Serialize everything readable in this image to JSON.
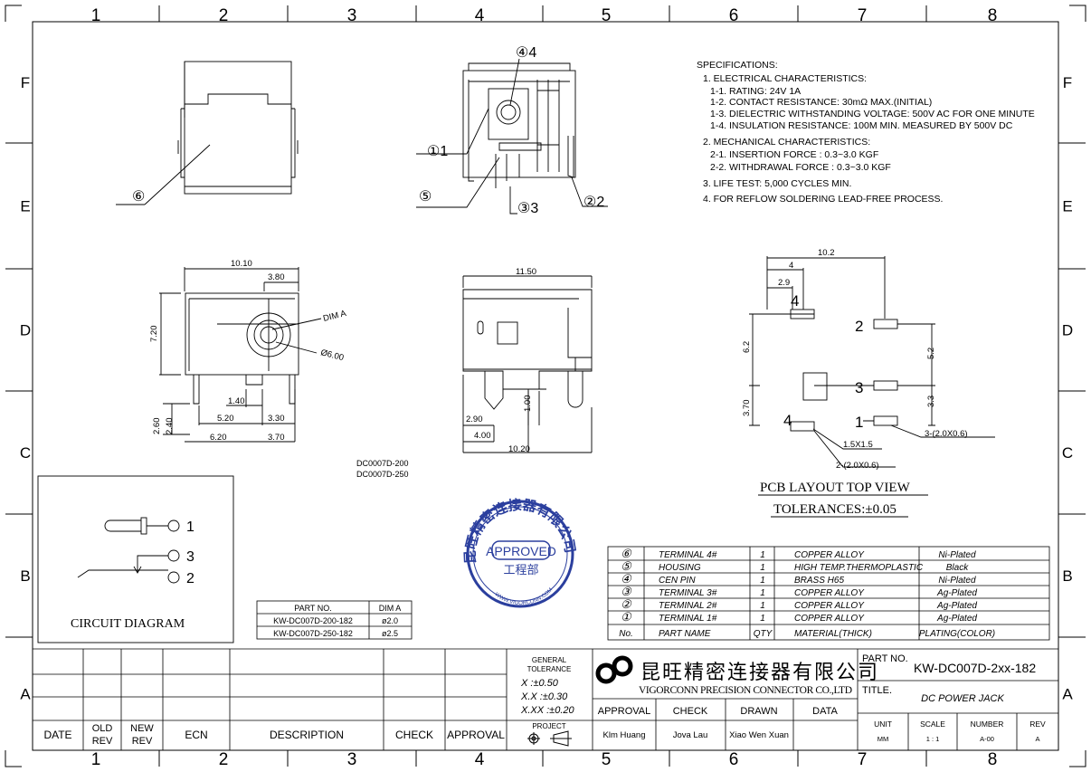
{
  "border": {
    "cols": [
      "1",
      "2",
      "3",
      "4",
      "5",
      "6",
      "7",
      "8"
    ],
    "rows": [
      "F",
      "E",
      "D",
      "C",
      "B",
      "A"
    ]
  },
  "specs": {
    "heading": "SPECIFICATIONS:",
    "lines": [
      "1. ELECTRICAL CHARACTERISTICS:",
      "1-1. RATING: 24V 1A",
      "1-2. CONTACT RESISTANCE: 30mΩ MAX.(INITIAL)",
      "1-3. DIELECTRIC WITHSTANDING VOLTAGE: 500V AC FOR ONE MINUTE",
      "1-4. INSULATION RESISTANCE: 100M   MIN. MEASURED BY 500V DC",
      "2. MECHANICAL CHARACTERISTICS:",
      "2-1. INSERTION FORCE : 0.3~3.0 KGF",
      "2-2. WITHDRAWAL FORCE : 0.3~3.0 KGF",
      "3. LIFE TEST: 5,000 CYCLES MIN.",
      "4. FOR REFLOW SOLDERING LEAD-FREE PROCESS."
    ]
  },
  "callouts": {
    "c6": "⑥",
    "c4": "④4",
    "c1": "①1",
    "c5": "⑤",
    "c3": "③3",
    "c2": "②2"
  },
  "front_dims": {
    "w": "10.10",
    "w2": "3.80",
    "h": "7.20",
    "dim_a": "DIM A",
    "dia": "Ø6.00",
    "d140": "1.40",
    "d520": "5.20",
    "d330": "3.30",
    "d620": "6.20",
    "d370": "3.70",
    "d260": "2.60",
    "d240": "2.40"
  },
  "side_dims": {
    "w": "11.50",
    "d290": "2.90",
    "d100": "1.00",
    "d400": "4.00",
    "d1020": "10.20"
  },
  "models": [
    "DC0007D-200",
    "DC0007D-250"
  ],
  "pcb": {
    "d102": "10.2",
    "d4": "4",
    "d29": "2.9",
    "d62": "6.2",
    "d370": "3.70",
    "d52": "5.2",
    "d33": "3.3",
    "p4a": "4",
    "p2": "2",
    "p3": "3",
    "p1": "1",
    "p4b": "4",
    "pad1": "1.5X1.5",
    "pad2": "2-(2.0X0.6)",
    "pad3": "3-(2.0X0.6)",
    "title": "PCB  LAYOUT  TOP  VIEW",
    "tolerance": "TOLERANCES:±0.05"
  },
  "stamp": {
    "ring": "昆旺精密连接器有限公司",
    "badge": "APPROVED",
    "dept": "工程部",
    "url": "WWW.VIGORCONN.COM"
  },
  "circuit": {
    "title": "CIRCUIT  DIAGRAM",
    "pins": [
      "1",
      "3",
      "2"
    ]
  },
  "dim_table": {
    "headers": [
      "PART NO.",
      "DIM A"
    ],
    "rows": [
      [
        "KW-DC007D-200-182",
        "ø2.0"
      ],
      [
        "KW-DC007D-250-182",
        "ø2.5"
      ]
    ]
  },
  "bom": {
    "rows": [
      [
        "⑥",
        "TERMINAL  4#",
        "1",
        "COPPER  ALLOY",
        "Ni-Plated"
      ],
      [
        "⑤",
        "HOUSING",
        "1",
        "HIGH  TEMP.THERMOPLASTIC",
        "Black"
      ],
      [
        "④",
        "CEN  PIN",
        "1",
        "BRASS   H65",
        "Ni-Plated"
      ],
      [
        "③",
        "TERMINAL  3#",
        "1",
        "COPPER  ALLOY",
        "Ag-Plated"
      ],
      [
        "②",
        "TERMINAL  2#",
        "1",
        "COPPER  ALLOY",
        "Ag-Plated"
      ],
      [
        "①",
        "TERMINAL  1#",
        "1",
        "COPPER  ALLOY",
        "Ag-Plated"
      ]
    ],
    "header": [
      "No.",
      "PART   NAME",
      "QTY",
      "MATERIAL(THICK)",
      "PLATING(COLOR)"
    ]
  },
  "title_block": {
    "rev_headers": [
      "DATE",
      "OLD REV",
      "NEW REV",
      "ECN",
      "DESCRIPTION",
      "CHECK",
      "APPROVAL"
    ],
    "tol_title": "GENERAL TOLERANCE",
    "tol": [
      "X      :±0.50",
      "X.X   :±0.30",
      "X.XX  :±0.20"
    ],
    "project": "PROJECT",
    "company_cn": "昆旺精密连接器有限公司",
    "company_en": "VIGORCONN PRECISION CONNECTOR CO.,LTD",
    "approval_headers": [
      "APPROVAL",
      "CHECK",
      "DRAWN",
      "DATA"
    ],
    "approval_names": [
      "Klm Huang",
      "Jova Lau",
      "Xiao Wen Xuan",
      ""
    ],
    "part_no_label": "PART NO.",
    "part_no": "KW-DC007D-2xx-182",
    "title_label": "TITLE.",
    "title": "DC  POWER  JACK",
    "meta_headers": [
      "UNIT",
      "SCALE",
      "NUMBER",
      "REV"
    ],
    "meta_values": [
      "MM",
      "1 : 1",
      "A-00",
      "A"
    ]
  }
}
